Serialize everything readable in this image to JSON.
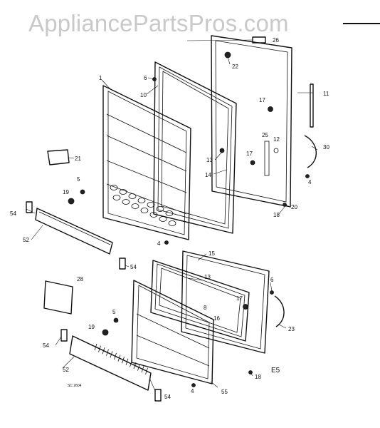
{
  "watermark": "AppliancePartsPros.com",
  "page_code": "E5",
  "small_code": "SC 2604",
  "labels": {
    "l1": "1",
    "l4a": "4",
    "l4b": "4",
    "l4c": "4",
    "l5a": "5",
    "l5b": "5",
    "l6a": "6",
    "l6b": "6",
    "l8": "8",
    "l10": "10",
    "l11": "11",
    "l12": "12",
    "l13a": "13",
    "l13b": "13",
    "l14": "14",
    "l15": "15",
    "l16": "16",
    "l17a": "17",
    "l17b": "17",
    "l17c": "17",
    "l18a": "18",
    "l18b": "18",
    "l19a": "19",
    "l19b": "19",
    "l20": "20",
    "l21": "21",
    "l22": "22",
    "l23": "23",
    "l25": "25",
    "l26": "26",
    "l28": "28",
    "l30": "30",
    "l52a": "52",
    "l52b": "52",
    "l54a": "54",
    "l54b": "54",
    "l54c": "54",
    "l54d": "54",
    "l55": "55"
  }
}
